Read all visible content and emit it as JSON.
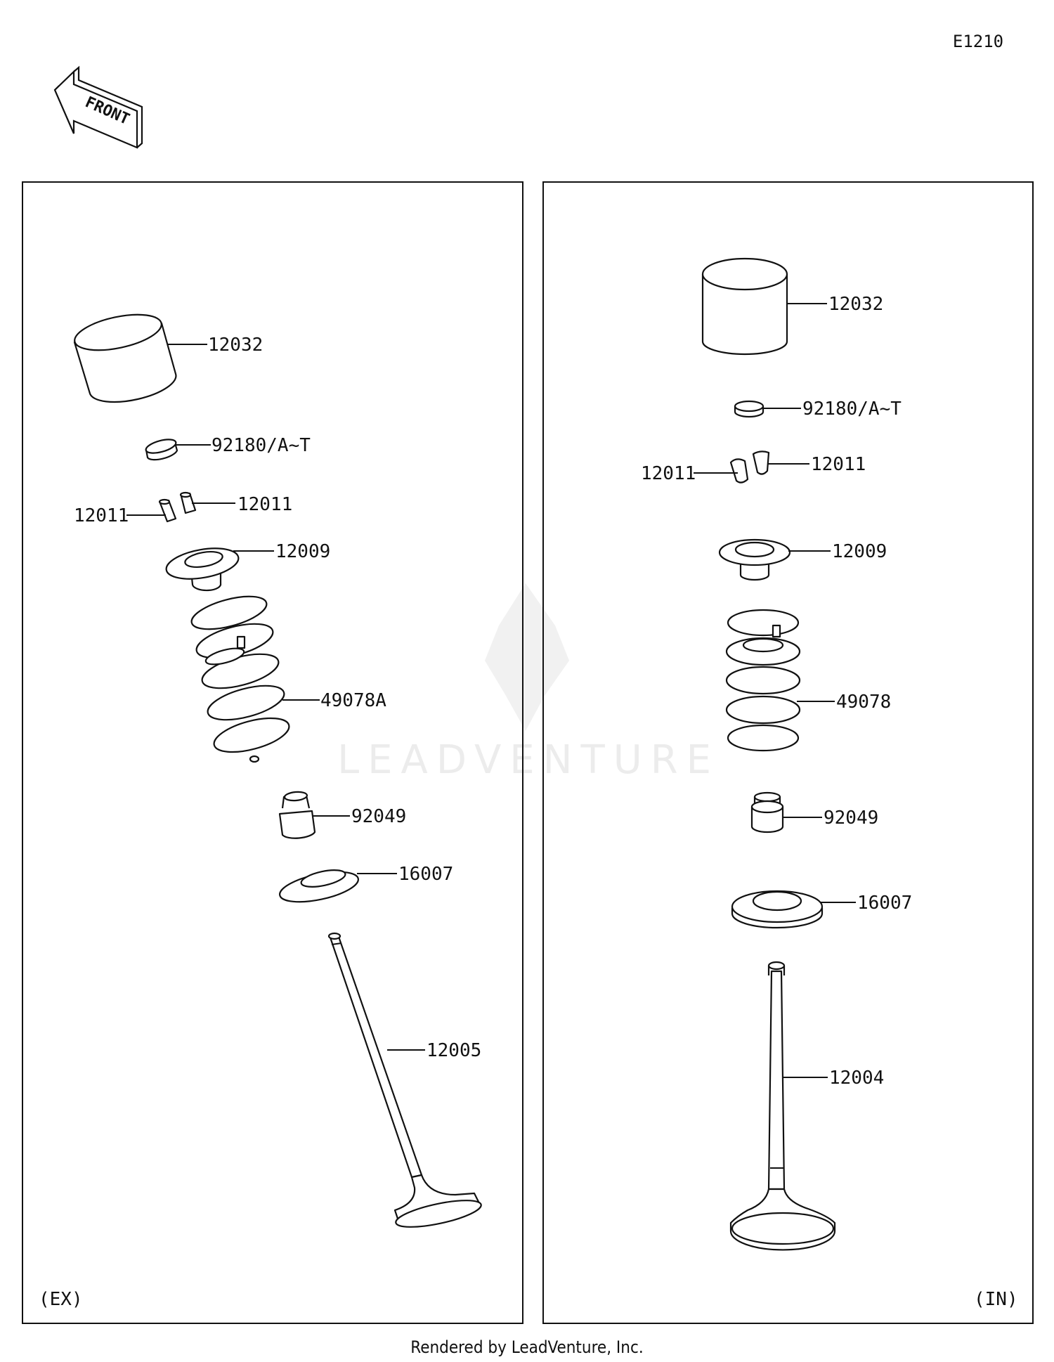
{
  "diagram_code": "E1210",
  "front_arrow_label": "FRONT",
  "watermark": "LEADVENTURE",
  "footer": "Rendered by LeadVenture, Inc.",
  "panels": {
    "exhaust": {
      "tag": "(EX)",
      "labels": {
        "tappet": "12032",
        "shim": "92180/A~T",
        "keeper_left": "12011",
        "keeper_right": "12011",
        "retainer": "12009",
        "spring": "49078A",
        "stem_seal": "92049",
        "spring_seat": "16007",
        "valve": "12005"
      }
    },
    "intake": {
      "tag": "(IN)",
      "labels": {
        "tappet": "12032",
        "shim": "92180/A~T",
        "keeper_left": "12011",
        "keeper_right": "12011",
        "retainer": "12009",
        "spring": "49078",
        "stem_seal": "92049",
        "spring_seat": "16007",
        "valve": "12004"
      }
    }
  }
}
